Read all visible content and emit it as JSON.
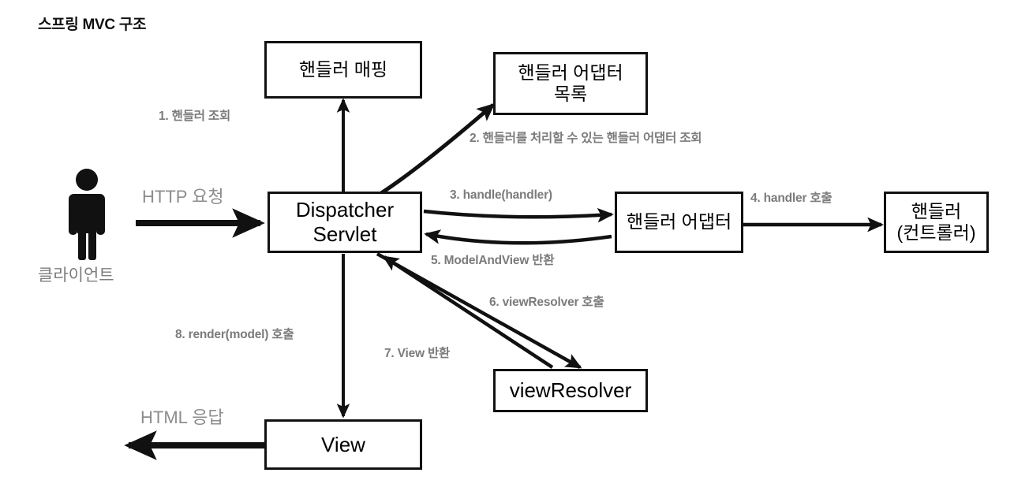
{
  "page": {
    "title": "스프링 MVC 구조",
    "background": "#ffffff",
    "ink": "#111111",
    "label_gray": "#7b7b7b",
    "flow_gray": "#8d8d8d"
  },
  "actor": {
    "icon": "person-icon",
    "label": "클라이언트"
  },
  "flows": {
    "request": "HTTP 요청",
    "response": "HTML 응답"
  },
  "nodes": {
    "handler_mapping": "핸들러 매핑",
    "handler_adapter_list": "핸들러 어댑터\n목록",
    "dispatcher_servlet": "Dispatcher\nServlet",
    "handler_adapter": "핸들러 어댑터",
    "handler_controller": "핸들러\n(컨트롤러)",
    "view_resolver": "viewResolver",
    "view": "View"
  },
  "steps": [
    {
      "id": "step-1",
      "text": "1. 핸들러 조회"
    },
    {
      "id": "step-2",
      "text": "2. 핸들러를 처리할 수 있는 핸들러 어댑터 조회"
    },
    {
      "id": "step-3",
      "text": "3. handle(handler)"
    },
    {
      "id": "step-4",
      "text": "4. handler 호출"
    },
    {
      "id": "step-5",
      "text": "5. ModelAndView 반환"
    },
    {
      "id": "step-6",
      "text": "6. viewResolver 호출"
    },
    {
      "id": "step-7",
      "text": "7. View 반환"
    },
    {
      "id": "step-8",
      "text": "8. render(model) 호출"
    }
  ]
}
